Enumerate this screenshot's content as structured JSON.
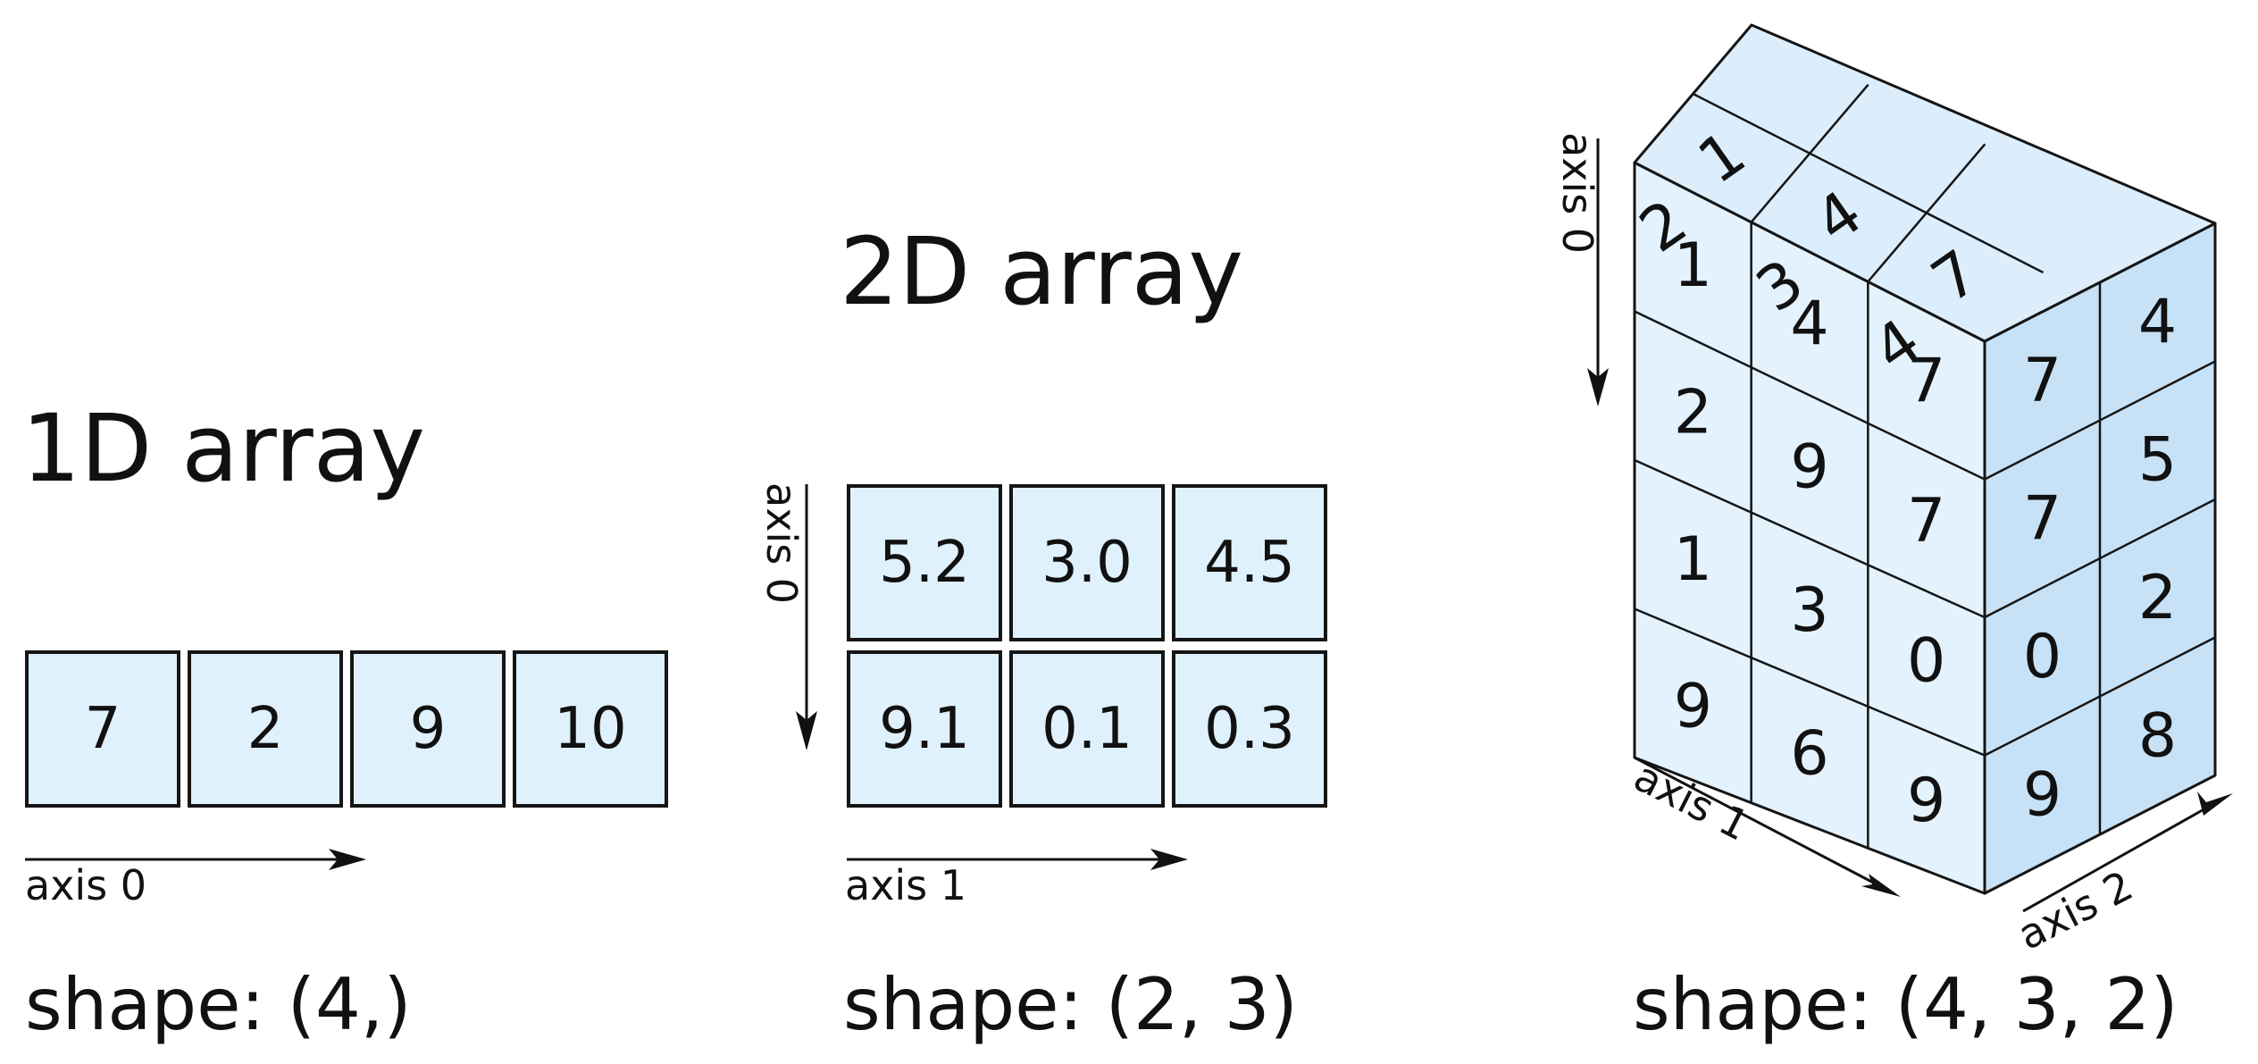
{
  "array_1d": {
    "title": "1D array",
    "values": [
      "7",
      "2",
      "9",
      "10"
    ],
    "axis_label": "axis 0",
    "shape": "shape: (4,)"
  },
  "array_2d": {
    "title": "2D array",
    "rows": [
      [
        "5.2",
        "3.0",
        "4.5"
      ],
      [
        "9.1",
        "0.1",
        "0.3"
      ]
    ],
    "axis0_label": "axis 0",
    "axis1_label": "axis 1",
    "shape": "shape: (2, 3)"
  },
  "array_3d": {
    "top_face": [
      "1",
      "2",
      "4",
      "3",
      "7",
      "4"
    ],
    "front_face": [
      [
        "1",
        "4",
        "7"
      ],
      [
        "2",
        "9",
        "7"
      ],
      [
        "1",
        "3",
        "0"
      ],
      [
        "9",
        "6",
        "9"
      ]
    ],
    "side_face": [
      [
        "7",
        "4"
      ],
      [
        "7",
        "5"
      ],
      [
        "0",
        "2"
      ],
      [
        "9",
        "8"
      ]
    ],
    "axis0_label": "axis 0",
    "axis1_label": "axis 1",
    "axis2_label": "axis 2",
    "shape": "shape: (4, 3, 2)"
  },
  "colors": {
    "cell_fill": "#dff1fc",
    "top_fill": "#dcedfb",
    "front_fill": "#e3f2fd",
    "side_fill": "#c7e2f7",
    "border": "#151515"
  }
}
